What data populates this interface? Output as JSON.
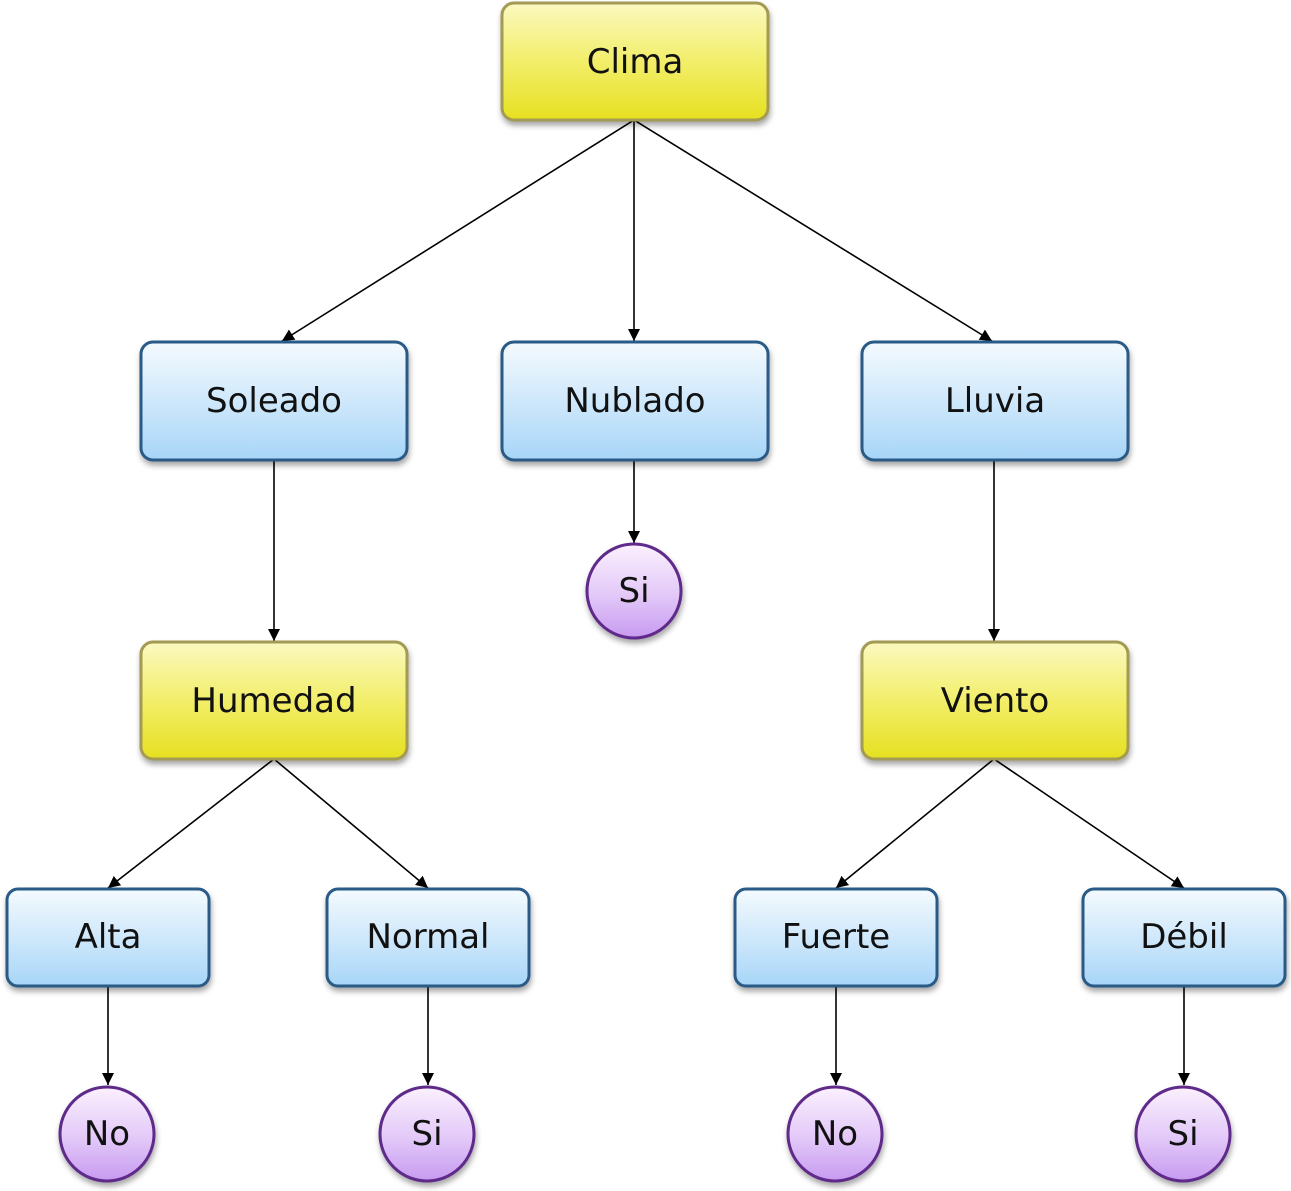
{
  "colors": {
    "attribute_fill_top": "#fbf9c0",
    "attribute_fill_bottom": "#e6e020",
    "attribute_stroke": "#a39a52",
    "value_fill_top": "#f4fafe",
    "value_fill_bottom": "#a7d5f8",
    "value_stroke": "#2a5a86",
    "leaf_fill_top": "#fbf0fe",
    "leaf_fill_bottom": "#c79af0",
    "leaf_stroke": "#5e2a8a",
    "edge": "#000000"
  },
  "diagram": {
    "root": {
      "label": "Clima"
    },
    "branches": {
      "soleado": {
        "label": "Soleado"
      },
      "nublado": {
        "label": "Nublado"
      },
      "lluvia": {
        "label": "Lluvia"
      }
    },
    "nublado_leaf": {
      "label": "Si"
    },
    "humedad": {
      "label": "Humedad"
    },
    "viento": {
      "label": "Viento"
    },
    "values": {
      "alta": {
        "label": "Alta"
      },
      "normal": {
        "label": "Normal"
      },
      "fuerte": {
        "label": "Fuerte"
      },
      "debil": {
        "label": "Débil"
      }
    },
    "leaves": {
      "alta": {
        "label": "No"
      },
      "normal": {
        "label": "Si"
      },
      "fuerte": {
        "label": "No"
      },
      "debil": {
        "label": "Si"
      }
    }
  }
}
